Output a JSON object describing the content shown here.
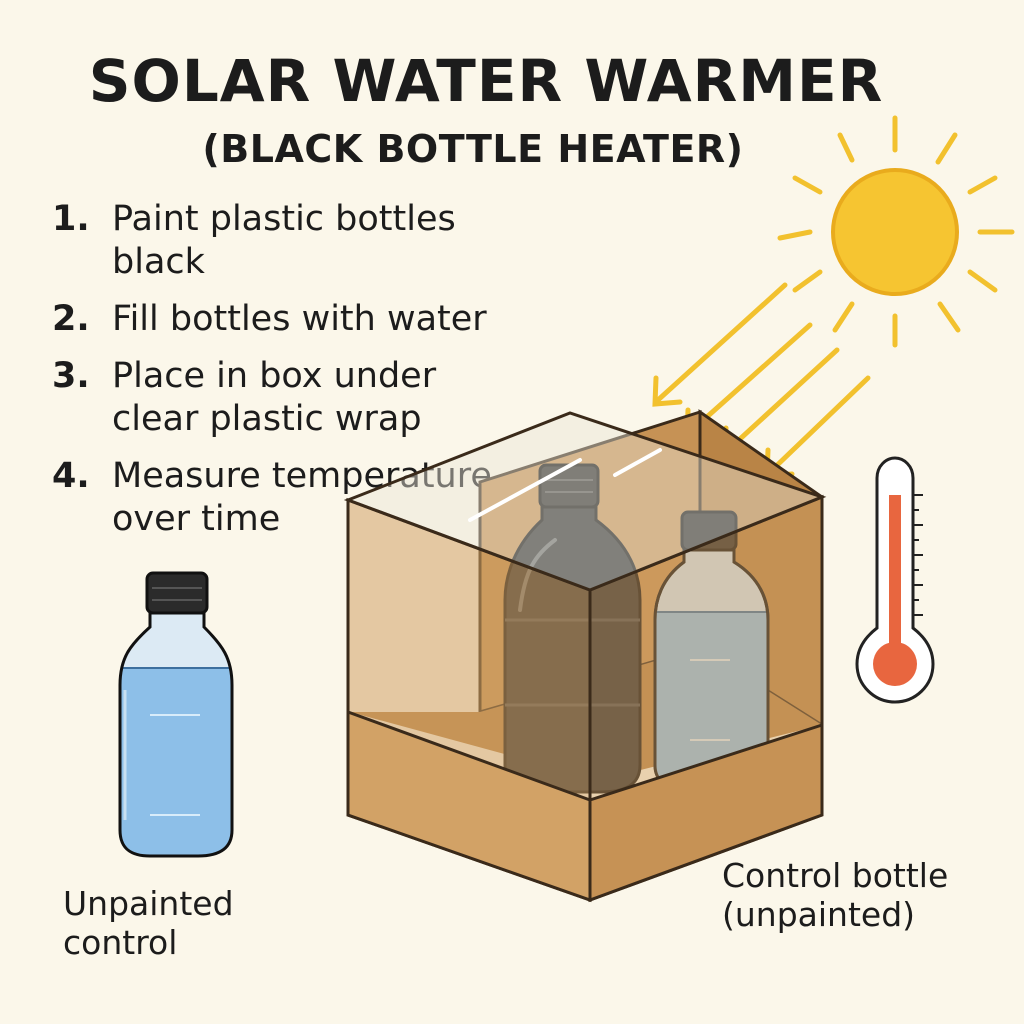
{
  "header": {
    "title": "SOLAR WATER WARMER",
    "subtitle": "(BLACK BOTTLE HEATER)"
  },
  "steps": [
    {
      "number": "1.",
      "text": "Paint plastic bottles black"
    },
    {
      "number": "2.",
      "text": "Fill bottles with water"
    },
    {
      "number": "3.",
      "text": "Place in box under clear plastic wrap"
    },
    {
      "number": "4.",
      "text": "Measure temperature over time"
    }
  ],
  "captions": {
    "left_line1": "Unpainted",
    "left_line2": "control",
    "right_line1": "Control bottle",
    "right_line2": "(unpainted)"
  },
  "colors": {
    "background": "#fbf7ea",
    "sun": "#f6c531",
    "box": "#d2a266",
    "water": "#8dbfe8",
    "black_bottle": "#2c2e30",
    "thermometer_red": "#e8663f"
  }
}
